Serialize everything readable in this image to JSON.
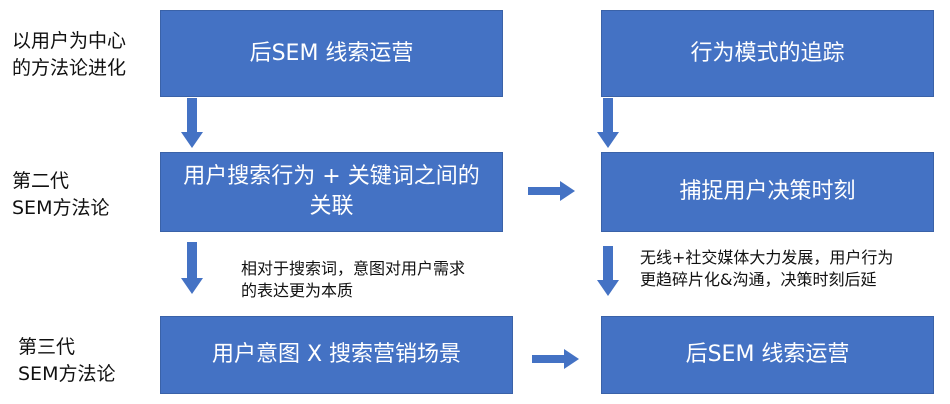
{
  "row_labels": {
    "row1": [
      "以用户为中心",
      "的方法论进化"
    ],
    "row2": [
      "第二代",
      "SEM方法论"
    ],
    "row3": [
      "第三代",
      "SEM方法论"
    ]
  },
  "boxes": {
    "r1_left": "后SEM 线索运营",
    "r1_right": "行为模式的追踪",
    "r2_left": [
      "用户搜索行为 + 关键词之间的",
      "关联"
    ],
    "r2_right": "捕捉用户决策时刻",
    "r3_left": "用户意图 X 搜索营销场景",
    "r3_right": "后SEM 线索运营"
  },
  "notes": {
    "left": [
      "相对于搜索词，意图对用户需求",
      "的表达更为本质"
    ],
    "right": [
      "无线+社交媒体大力发展，用户行为",
      "更趋碎片化&沟通，决策时刻后延"
    ]
  },
  "colors": {
    "box_fill": "#4472C4",
    "box_text": "#FFFFFF",
    "arrow": "#4472C4"
  }
}
